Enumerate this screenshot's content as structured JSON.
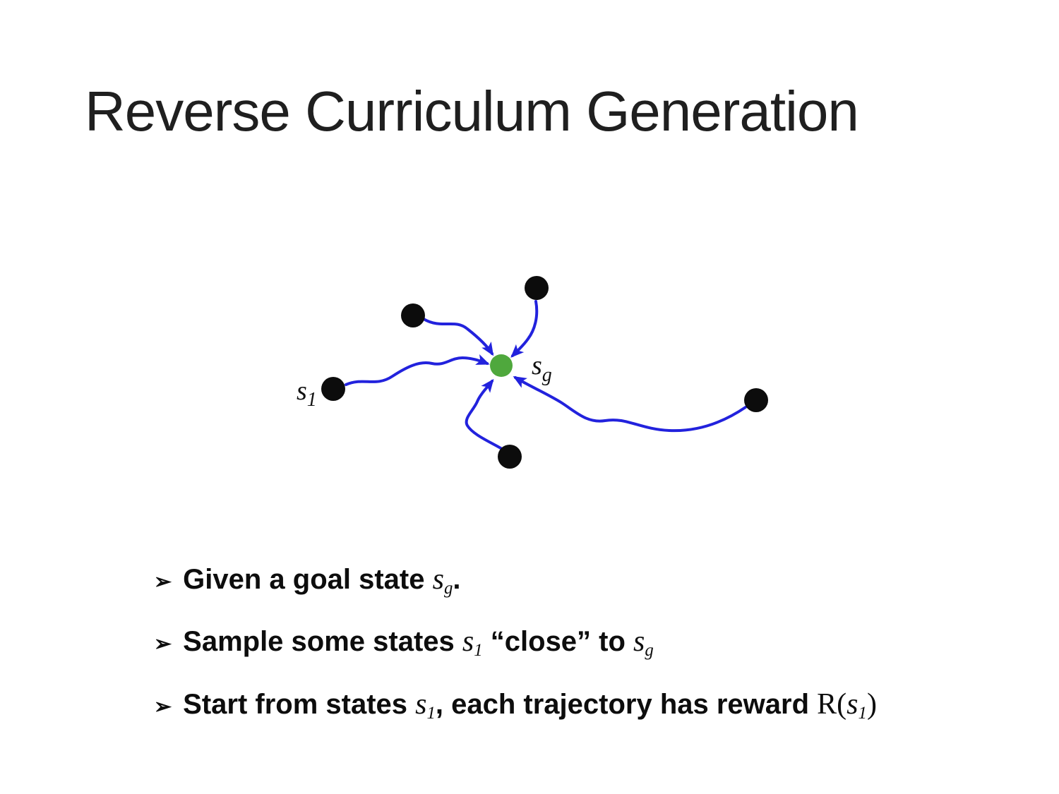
{
  "slide": {
    "title": "Reverse Curriculum Generation"
  },
  "diagram": {
    "goal_node_color": "#4fa83d",
    "state_node_color": "#0c0c0c",
    "trajectory_color": "#2222dd",
    "labels": {
      "goal_base": "s",
      "goal_sub": "g",
      "start_base": "s",
      "start_sub": "1"
    }
  },
  "bullets": {
    "marker": "➢",
    "item1": {
      "pre": "Given a goal state ",
      "var": "s",
      "sub": "g",
      "post": "."
    },
    "item2": {
      "pre": "Sample some states ",
      "var1": "s",
      "sub1": "1",
      "mid": " “close” to ",
      "var2": "s",
      "sub2": "g"
    },
    "item3": {
      "pre": "Start from states ",
      "var1": "s",
      "sub1": "1",
      "mid": ", each trajectory has reward ",
      "fname": "R",
      "open": "(",
      "var2": "s",
      "sub2": "1",
      "close": ")"
    }
  }
}
